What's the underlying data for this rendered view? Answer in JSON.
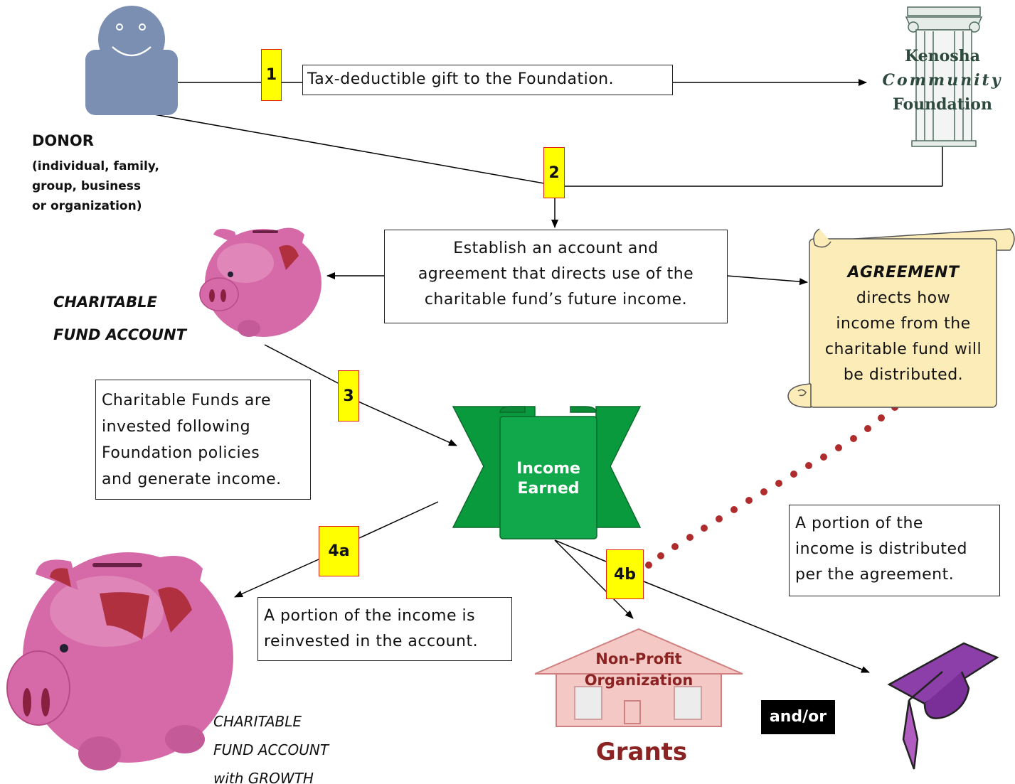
{
  "steps": [
    "1",
    "2",
    "3",
    "4a",
    "4b"
  ],
  "donor": {
    "title": "DONOR",
    "line1": "(individual, family,",
    "line2": "group, business",
    "line3": "or organization)"
  },
  "foundation": {
    "line1": "Kenosha",
    "line2": "Community",
    "line3": "Foundation"
  },
  "gift_text": "Tax-deductible gift to the Foundation.",
  "establish": {
    "line1": "Establish an account and",
    "line2": "agreement that directs use of the",
    "line3": "charitable fund’s future income."
  },
  "fund_account": {
    "line1": "CHARITABLE",
    "line2": "FUND ACCOUNT"
  },
  "agreement": {
    "title": "AGREEMENT",
    "line1": "directs how",
    "line2": "income from the",
    "line3": "charitable fund will",
    "line4": "be distributed."
  },
  "invested": {
    "line1": "Charitable Funds are",
    "line2": "invested following",
    "line3": "Foundation policies",
    "line4": "and generate income."
  },
  "income": {
    "line1": "Income",
    "line2": "Earned"
  },
  "reinvested": {
    "line1": "A portion of the income is",
    "line2": "reinvested in the account."
  },
  "distributed": {
    "line1": "A portion of the",
    "line2": "income is distributed",
    "line3": "per the agreement."
  },
  "nonprofit": {
    "line1": "Non-Profit",
    "line2": "Organization"
  },
  "grants": "Grants",
  "andor": "and/or",
  "growth": {
    "line1": "CHARITABLE",
    "line2": "FUND ACCOUNT",
    "line3": "with GROWTH"
  },
  "colors": {
    "step_fill": "#ffff00",
    "step_border": "#dd2211",
    "ribbon_green": "#0a9a3e",
    "pig_pink": "#d66aa8",
    "grants_red": "#8b2323",
    "scroll_yellow": "#fcecb8",
    "dots_red": "#b02c2c",
    "donor_blue": "#7b8fb3"
  },
  "icons": [
    "donor-person-icon",
    "column-icon",
    "piggy-bank-icon",
    "scroll-icon",
    "ribbon-icon",
    "house-icon",
    "graduation-cap-icon"
  ]
}
